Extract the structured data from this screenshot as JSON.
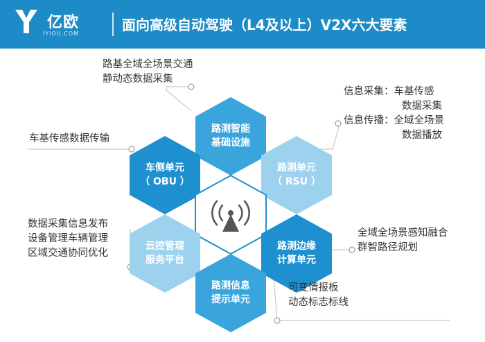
{
  "header": {
    "logo_text": "亿欧",
    "logo_subtext": "IYIOU.COM",
    "title": "面向高级自动驾驶（L4及以上）V2X六大要素"
  },
  "colors": {
    "header_bg": "#1d8bc7",
    "hex_dark": "#1e8fcf",
    "hex_mid": "#3aa5dc",
    "hex_light": "#9dd2ee",
    "center_hex": "#ffffff"
  },
  "hexagons": {
    "top": {
      "line1": "路测智能",
      "line2": "基础设施"
    },
    "upper_left": {
      "line1": "车侧单元",
      "line2": "（ OBU ）"
    },
    "upper_right": {
      "line1": "路测单元",
      "line2": "（ RSU ）"
    },
    "lower_left": {
      "line1": "云控管理",
      "line2": "服务平台"
    },
    "lower_right": {
      "line1": "路测边缘",
      "line2": "计算单元"
    },
    "bottom": {
      "line1": "路测信息",
      "line2": "提示单元"
    },
    "center_icon": "antenna-signal-icon"
  },
  "annotations": {
    "top": [
      "路基全域全场景交通",
      "静动态数据采集"
    ],
    "upper_right": [
      "信息采集：车基传感",
      "数据采集",
      "信息传播：全域全场景",
      "数据播放"
    ],
    "upper_left": [
      "车基传感数据传输"
    ],
    "lower_left": [
      "数据采集信息发布",
      "设备管理车辆管理",
      "区域交通协同优化"
    ],
    "lower_right": [
      "全域全场景感知融合",
      "群智路径规划"
    ],
    "bottom": [
      "可变情报板",
      "动态标志标线"
    ]
  }
}
